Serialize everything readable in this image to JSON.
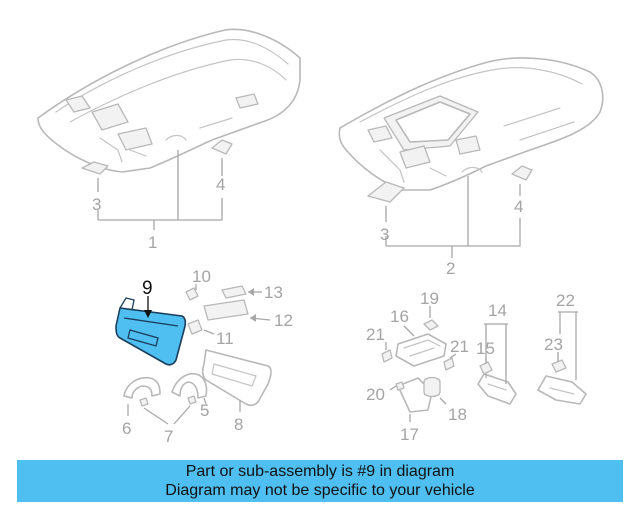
{
  "callouts": {
    "c1": "1",
    "c2": "2",
    "c3a": "3",
    "c3b": "3",
    "c4a": "4",
    "c4b": "4",
    "c5": "5",
    "c6": "6",
    "c7": "7",
    "c8": "8",
    "c9": "9",
    "c10": "10",
    "c11": "11",
    "c12": "12",
    "c13": "13",
    "c14": "14",
    "c15": "15",
    "c16": "16",
    "c17": "17",
    "c18": "18",
    "c19": "19",
    "c20": "20",
    "c21a": "21",
    "c21b": "21",
    "c22": "22",
    "c23": "23"
  },
  "highlight": {
    "part_number": "9",
    "color": "#4fbef0"
  },
  "banner": {
    "line1": "Part or sub-assembly is #9 in diagram",
    "line2": "Diagram may not be specific to your vehicle",
    "background": "#4fbef0"
  },
  "colors": {
    "line_art": "#b8b8b8",
    "callout_text": "#a4a4a4",
    "highlight_outline": "#1a3f5c"
  }
}
